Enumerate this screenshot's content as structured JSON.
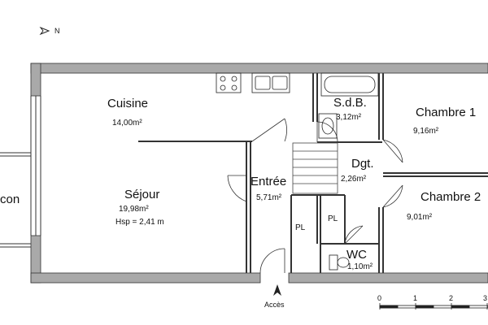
{
  "compass": {
    "label": "N"
  },
  "rooms": {
    "cuisine": {
      "name": "Cuisine",
      "area": "14,00m²"
    },
    "sejour": {
      "name": "Séjour",
      "area": "19,98m²",
      "note": "Hsp = 2,41 m"
    },
    "entree": {
      "name": "Entrée",
      "area": "5,71m²"
    },
    "sdb": {
      "name": "S.d.B.",
      "area": "3,12m²"
    },
    "dgt": {
      "name": "Dgt.",
      "area": "2,26m²"
    },
    "chambre1": {
      "name": "Chambre 1",
      "area": "9,16m²"
    },
    "chambre2": {
      "name": "Chambre 2",
      "area": "9,01m²"
    },
    "wc": {
      "name": "WC",
      "area": "1,10m²"
    },
    "balcon": {
      "name": "con"
    }
  },
  "closets": [
    "PL",
    "PL"
  ],
  "access": {
    "label": "Accès"
  },
  "scale": {
    "ticks": [
      "0",
      "1",
      "2",
      "3"
    ]
  }
}
